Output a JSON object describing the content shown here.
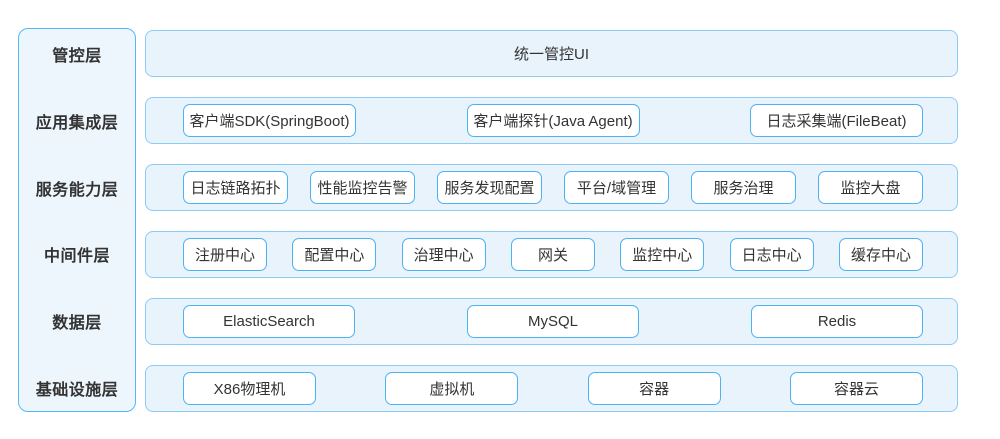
{
  "diagram": {
    "type": "layered-architecture",
    "colors": {
      "box_border": "#4db2f2",
      "row_border": "#8ccbf5",
      "row_background": "#e9f3fc",
      "sidebar_background": "#eef6fd",
      "sidebar_border": "#55b8f4",
      "text": "#333333",
      "page_background": "#ffffff"
    },
    "sidebar": {
      "layers": [
        "管控层",
        "应用集成层",
        "服务能力层",
        "中间件层",
        "数据层",
        "基础设施层"
      ]
    },
    "rows": [
      {
        "layer": "管控层",
        "items": [
          "统一管控UI"
        ]
      },
      {
        "layer": "应用集成层",
        "items": [
          "客户端SDK(SpringBoot)",
          "客户端探针(Java Agent)",
          "日志采集端(FileBeat)"
        ]
      },
      {
        "layer": "服务能力层",
        "items": [
          "日志链路拓扑",
          "性能监控告警",
          "服务发现配置",
          "平台/域管理",
          "服务治理",
          "监控大盘"
        ]
      },
      {
        "layer": "中间件层",
        "items": [
          "注册中心",
          "配置中心",
          "治理中心",
          "网关",
          "监控中心",
          "日志中心",
          "缓存中心"
        ]
      },
      {
        "layer": "数据层",
        "items": [
          "ElasticSearch",
          "MySQL",
          "Redis"
        ]
      },
      {
        "layer": "基础设施层",
        "items": [
          "X86物理机",
          "虚拟机",
          "容器",
          "容器云"
        ]
      }
    ]
  }
}
